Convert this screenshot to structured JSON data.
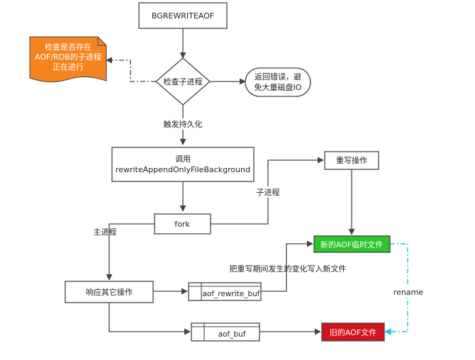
{
  "nodes": {
    "bgrewriteaof": "BGREWRITEAOF",
    "check_child": "检查子进程",
    "check_note": [
      "检查是否存在",
      "AOF/RDB的子进程",
      "正在进行"
    ],
    "return_error": [
      "返回错误，避",
      "免大量磁盘IO"
    ],
    "call_rewrite": [
      "调用",
      "rewriteAppendOnlyFileBackground"
    ],
    "fork": "fork",
    "rewrite_op": "重写操作",
    "new_aof": "新的AOF临时文件",
    "respond_other": "响应其它操作",
    "aof_rewrite_buf": "aof_rewrite_buf",
    "aof_buf": "aof_buf",
    "old_aof": "旧的AOF文件"
  },
  "edge_labels": {
    "trigger_persist": "触发持久化",
    "child_process": "子进程",
    "main_process": "主进程",
    "write_changes": "把重写期间发生的变化写入新文件",
    "rename": "rename"
  },
  "colors": {
    "note_orange": "#F5841F",
    "new_aof_green": "#2BC42B",
    "old_aof_red": "#D0141B",
    "rename_cyan": "#22C7D6",
    "line": "#444444"
  }
}
